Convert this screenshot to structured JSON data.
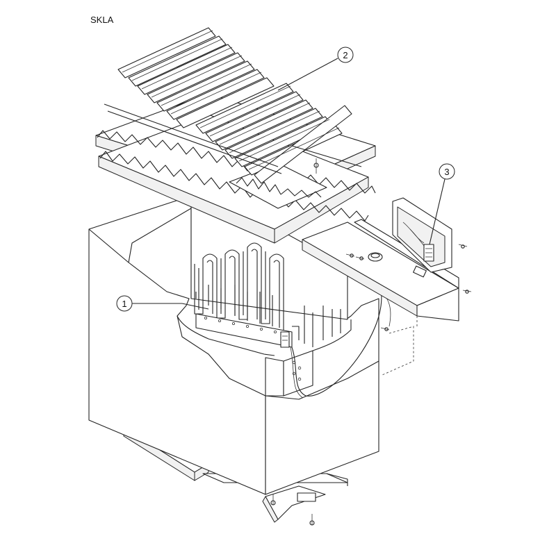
{
  "model": "SKLA",
  "callouts": [
    {
      "number": "1",
      "part": "heating-elements"
    },
    {
      "number": "2",
      "part": "stone-grate"
    },
    {
      "number": "3",
      "part": "control-panel"
    }
  ]
}
